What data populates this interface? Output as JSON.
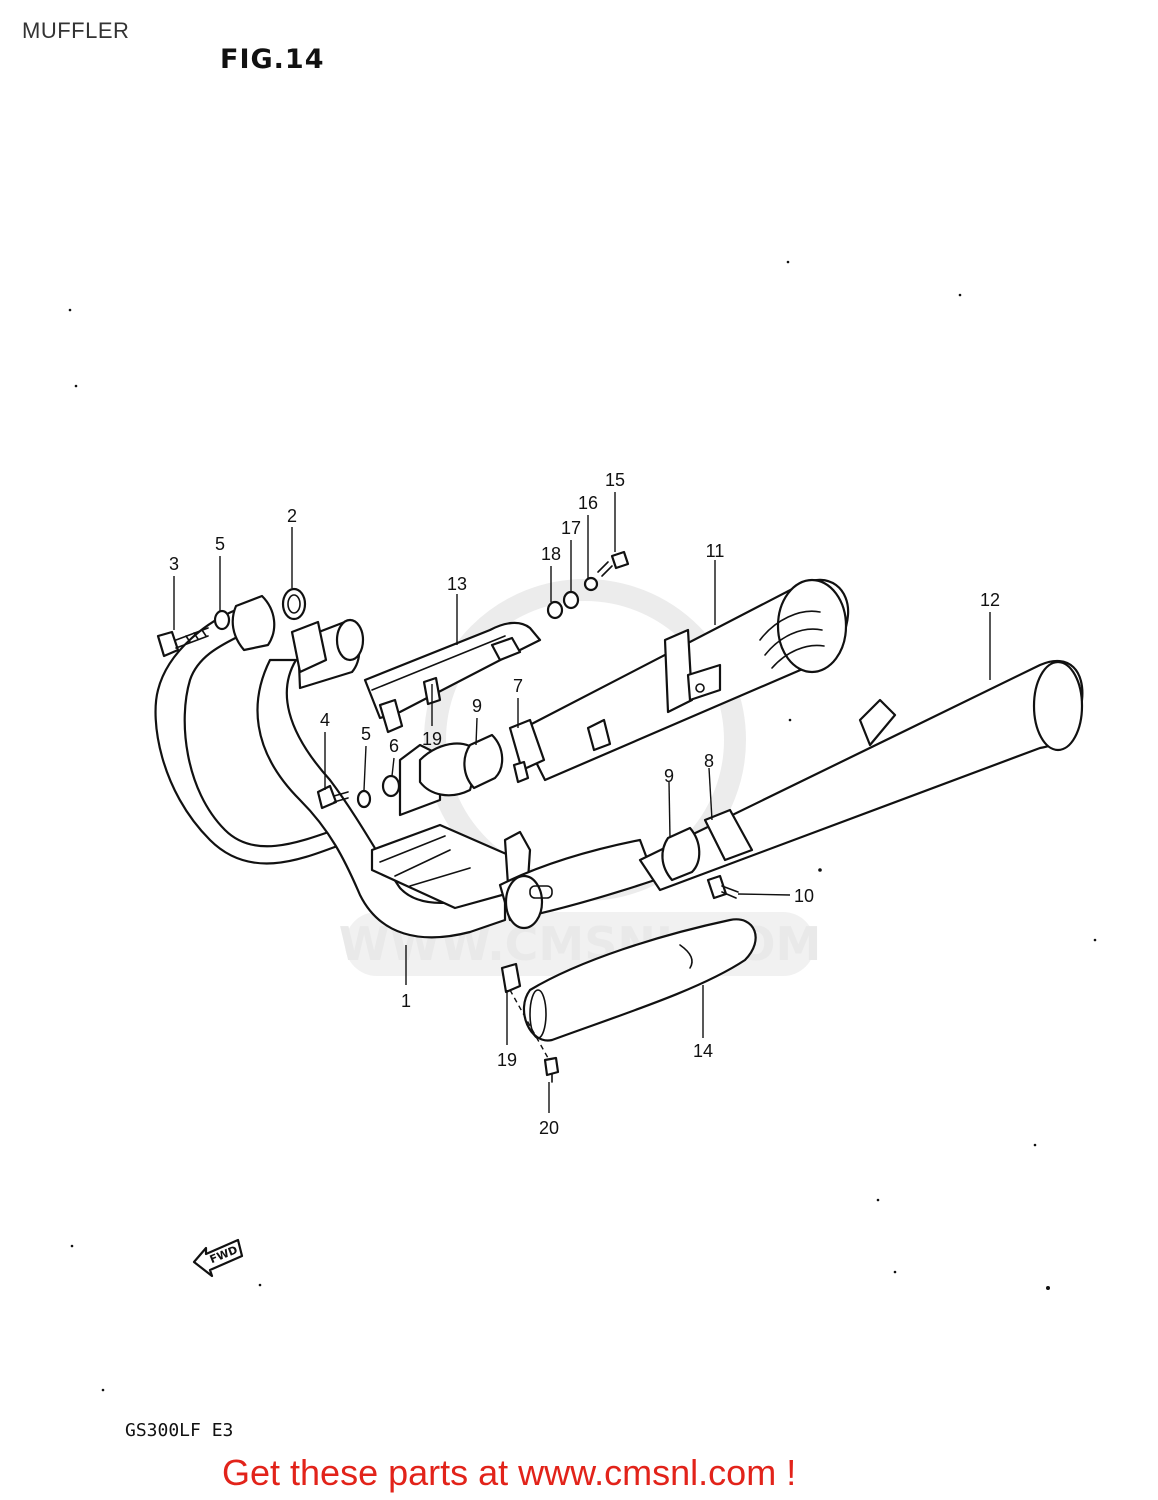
{
  "page": {
    "label": "MUFFLER",
    "figure": "FIG.14",
    "model": "GS300LF E3",
    "promo": "Get these parts at www.cmsnl.com !"
  },
  "watermark": {
    "text": "WWW.CMSNL.COM"
  },
  "fwd_label": "FWD",
  "callouts": {
    "c1": "1",
    "c2": "2",
    "c3": "3",
    "c4": "4",
    "c5a": "5",
    "c5b": "5",
    "c6": "6",
    "c7": "7",
    "c8": "8",
    "c9a": "9",
    "c9b": "9",
    "c10": "10",
    "c11": "11",
    "c12": "12",
    "c13": "13",
    "c14": "14",
    "c15": "15",
    "c16": "16",
    "c17": "17",
    "c18": "18",
    "c19a": "19",
    "c19b": "19",
    "c20": "20"
  }
}
